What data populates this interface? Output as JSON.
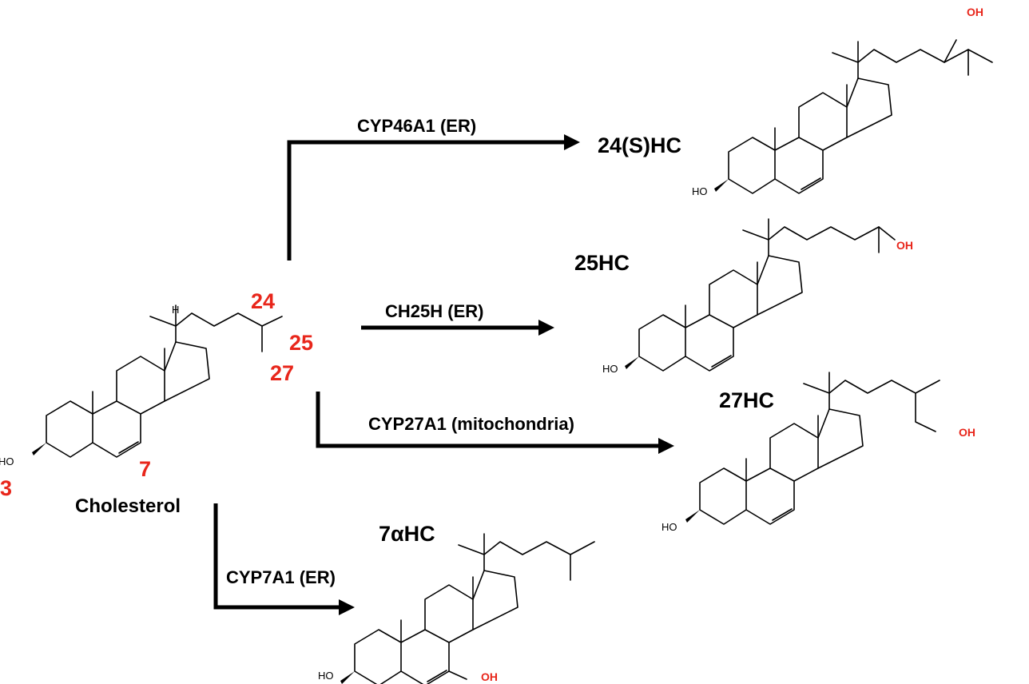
{
  "accent_color": "#e8261b",
  "cholesterol": {
    "name": "Cholesterol",
    "positions": [
      "3",
      "7",
      "24",
      "25",
      "27"
    ]
  },
  "pathways": [
    {
      "enzyme": "CYP46A1 (ER)",
      "product": "24(S)HC"
    },
    {
      "enzyme": "CH25H (ER)",
      "product": "25HC"
    },
    {
      "enzyme": "CYP27A1 (mitochondria)",
      "product": "27HC"
    },
    {
      "enzyme": "CYP7A1 (ER)",
      "product": "7αHC"
    }
  ],
  "atoms": {
    "hydroxyl": "HO",
    "hydroxyl_right": "OH",
    "hydrogen": "H"
  }
}
